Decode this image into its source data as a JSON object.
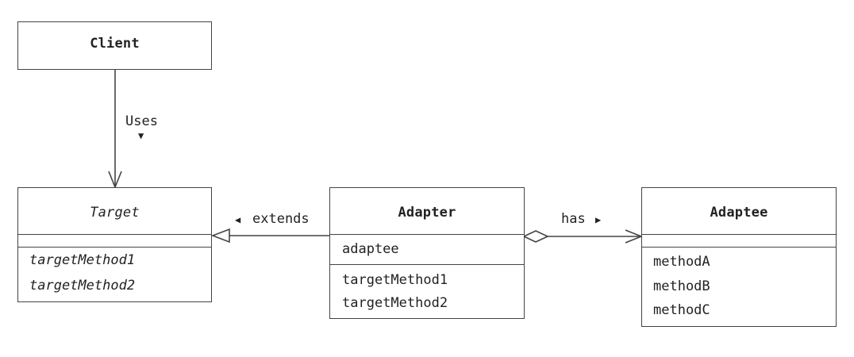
{
  "classes": {
    "client": {
      "name": "Client"
    },
    "target": {
      "name": "Target",
      "methods": [
        "targetMethod1",
        "targetMethod2"
      ]
    },
    "adapter": {
      "name": "Adapter",
      "attributes": [
        "adaptee"
      ],
      "methods": [
        "targetMethod1",
        "targetMethod2"
      ]
    },
    "adaptee": {
      "name": "Adaptee",
      "methods": [
        "methodA",
        "methodB",
        "methodC"
      ]
    }
  },
  "relations": {
    "uses": {
      "label": "Uses",
      "marker": "▼"
    },
    "extends": {
      "label": "extends",
      "marker": "◀"
    },
    "has": {
      "label": "has",
      "marker": "▶"
    }
  }
}
